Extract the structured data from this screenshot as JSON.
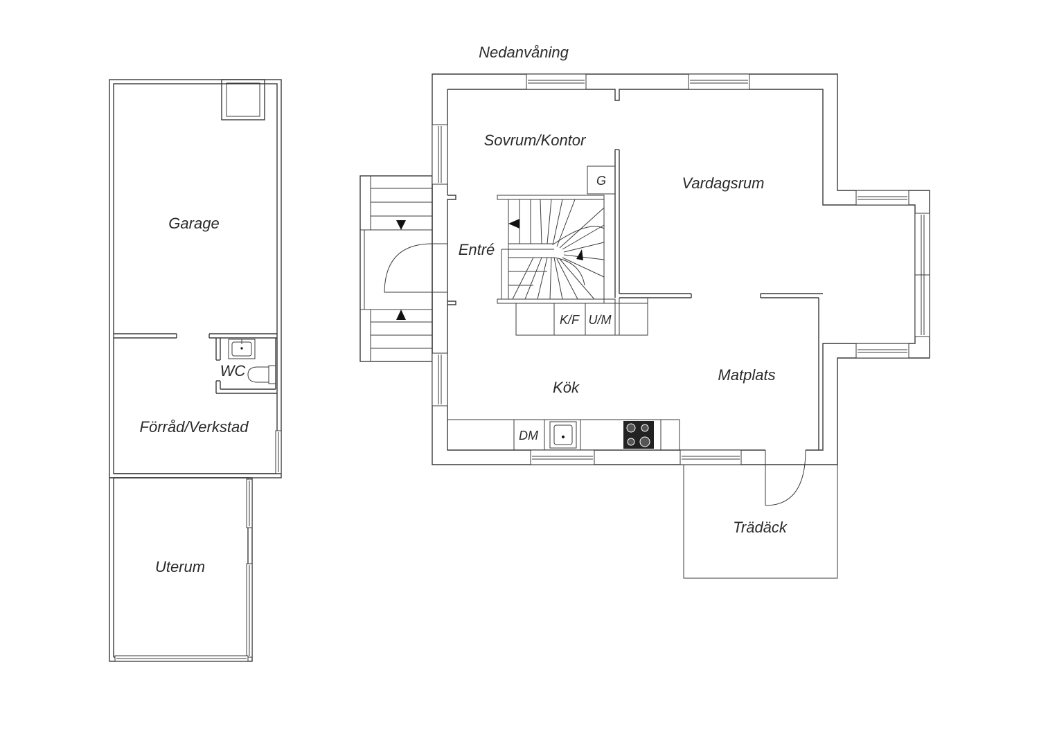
{
  "floor_title": "Nedanvåning",
  "rooms": {
    "garage": "Garage",
    "wc": "WC",
    "forrad": "Förråd/Verkstad",
    "uterum": "Uterum",
    "sovrum": "Sovrum/Kontor",
    "vardagsrum": "Vardagsrum",
    "entre": "Entré",
    "kok": "Kök",
    "matplats": "Matplats",
    "tradack": "Trädäck"
  },
  "fixtures": {
    "g": "G",
    "kf": "K/F",
    "um": "U/M",
    "dm": "DM"
  },
  "icons": [
    "stair-arrow-icon",
    "sink-icon",
    "toilet-icon",
    "stove-icon"
  ]
}
